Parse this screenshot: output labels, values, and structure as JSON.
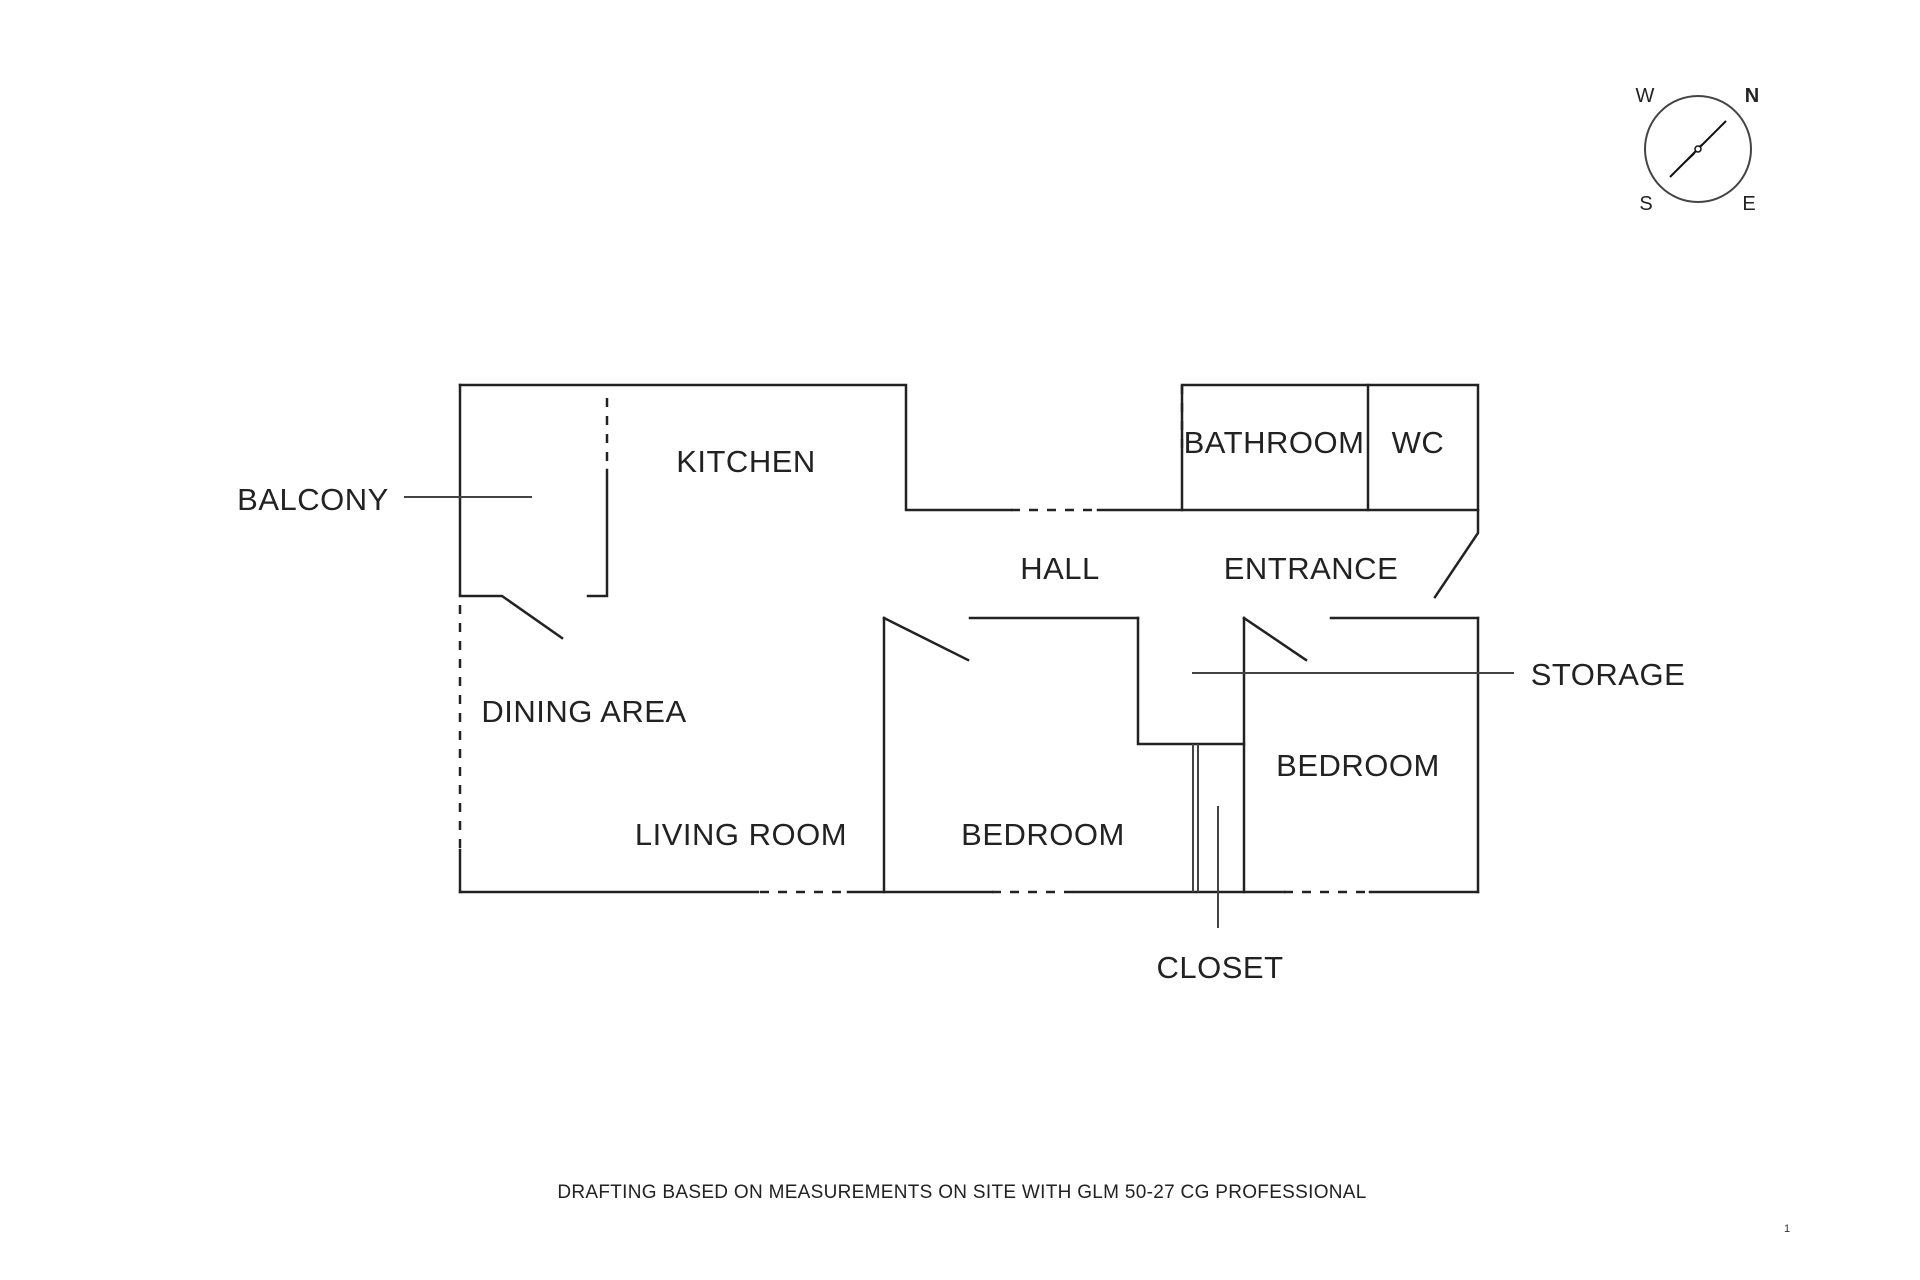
{
  "rooms": {
    "kitchen": "KITCHEN",
    "bathroom": "BATHROOM",
    "wc": "WC",
    "balcony": "BALCONY",
    "hall": "HALL",
    "entrance": "ENTRANCE",
    "storage": "STORAGE",
    "dining_area": "DINING AREA",
    "bedroom_east": "BEDROOM",
    "living_room": "LIVING ROOM",
    "bedroom_south": "BEDROOM",
    "closet": "CLOSET"
  },
  "compass": {
    "north": "N",
    "west": "W",
    "south": "S",
    "east": "E",
    "icon": "compass-icon"
  },
  "footer": {
    "note": "DRAFTING BASED ON MEASUREMENTS ON SITE WITH GLM 50-27 CG PROFESSIONAL",
    "page_number": "1"
  }
}
